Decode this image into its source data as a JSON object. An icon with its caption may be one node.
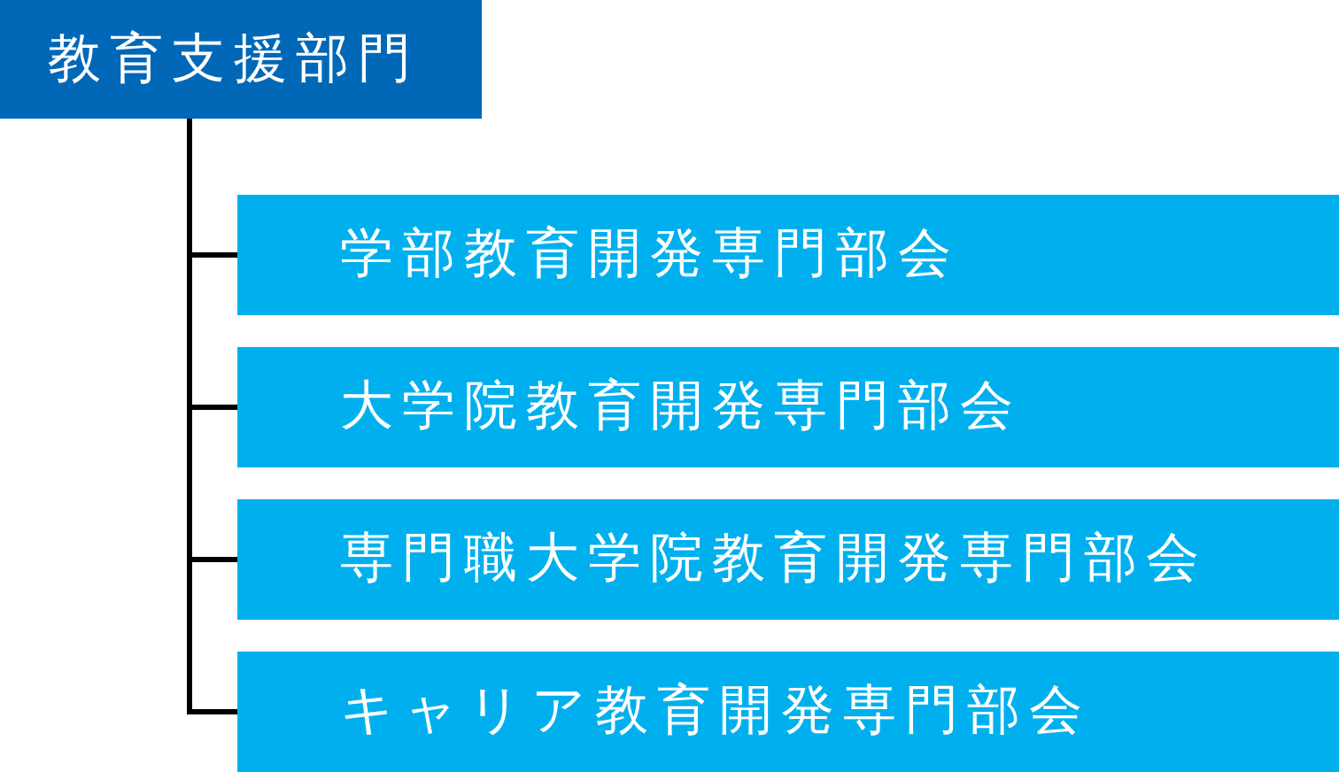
{
  "diagram": {
    "nodes": [
      {
        "text": [
          "教育支援部門"
        ]
      },
      {
        "text": [
          "学部教育開発専門部会"
        ]
      },
      {
        "text": [
          "大学院教育開発専門部会"
        ]
      },
      {
        "text": [
          "専門職大学院教育開発専門部会"
        ]
      },
      {
        "text": [
          "キャリア教育開発専門部会"
        ]
      }
    ],
    "edges": [
      {
        "from": 0,
        "to": 1,
        "arrow": "none"
      },
      {
        "from": 0,
        "to": 2,
        "arrow": "none"
      },
      {
        "from": 0,
        "to": 3,
        "arrow": "none"
      },
      {
        "from": 0,
        "to": 4,
        "arrow": "none"
      }
    ]
  }
}
